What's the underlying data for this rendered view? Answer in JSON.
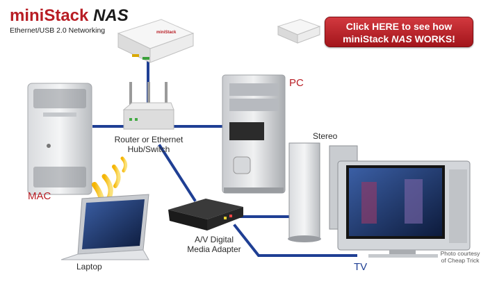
{
  "brand": {
    "name_part1": "miniStack",
    "name_part2": "NAS",
    "tagline": "Ethernet/USB 2.0 Networking"
  },
  "cta": {
    "line1": "Click HERE to see how",
    "line2_prefix": "miniStack ",
    "line2_italic": "NAS",
    "line2_suffix": "  WORKS!"
  },
  "labels": {
    "pc": "PC",
    "router_line1": "Router or Ethernet",
    "router_line2": "Hub/Switch",
    "mac": "MAC",
    "stereo": "Stereo",
    "laptop": "Laptop",
    "media_line1": "A/V Digital",
    "media_line2": "Media Adapter",
    "tv": "TV",
    "credit_line1": "Photo courtesy",
    "credit_line2": "of Cheap Trick"
  },
  "colors": {
    "brand_red": "#b81d24",
    "cable_blue": "#1f3f94"
  }
}
